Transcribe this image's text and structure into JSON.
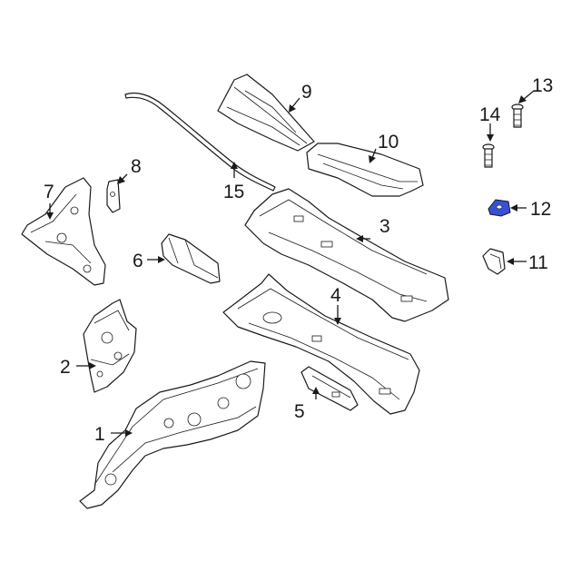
{
  "callouts": {
    "c1": "1",
    "c2": "2",
    "c3": "3",
    "c4": "4",
    "c5": "5",
    "c6": "6",
    "c7": "7",
    "c8": "8",
    "c9": "9",
    "c10": "10",
    "c11": "11",
    "c12": "12",
    "c13": "13",
    "c14": "14",
    "c15": "15"
  },
  "colors": {
    "line": "#1a1a1a",
    "highlight": "#3a4fd8",
    "background": "#ffffff"
  }
}
